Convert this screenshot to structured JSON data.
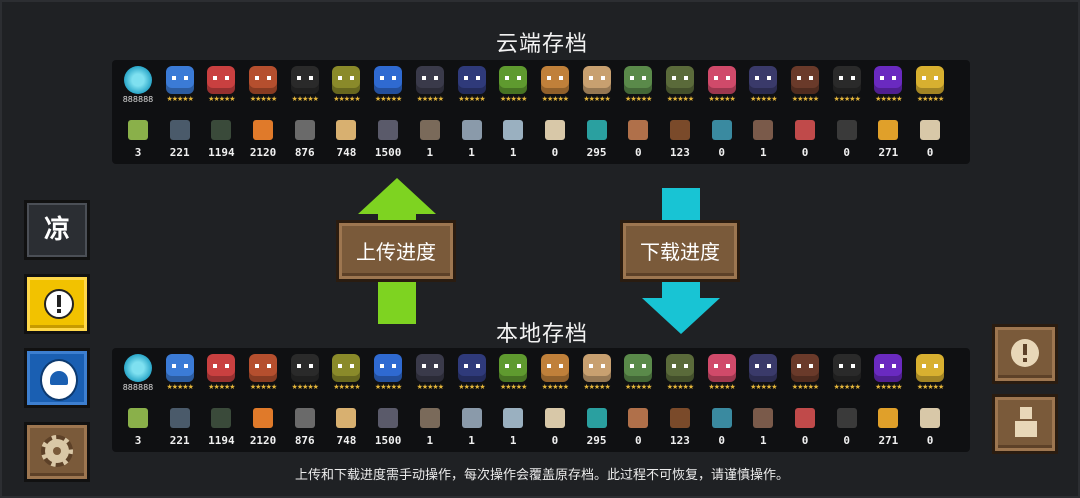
{
  "cloud": {
    "title": "云端存档"
  },
  "local": {
    "title": "本地存档"
  },
  "gems_value": "888888",
  "heroes": [
    {
      "stars": "★★★★★",
      "color": "#3b7bd6"
    },
    {
      "stars": "★★★★★",
      "color": "#c94040"
    },
    {
      "stars": "★★★★★",
      "color": "#b54f2e"
    },
    {
      "stars": "★★★★★",
      "color": "#2a2a2a"
    },
    {
      "stars": "★★★★★",
      "color": "#8a8a2a"
    },
    {
      "stars": "★★★★★",
      "color": "#2f6ad1"
    },
    {
      "stars": "★★★★★",
      "color": "#3a3a4a"
    },
    {
      "stars": "★★★★★",
      "color": "#2f3a7a"
    },
    {
      "stars": "★★★★★",
      "color": "#5f9a2f"
    },
    {
      "stars": "★★★★★",
      "color": "#c0803a"
    },
    {
      "stars": "★★★★★",
      "color": "#c8a070"
    },
    {
      "stars": "★★★★★",
      "color": "#5a8a4a"
    },
    {
      "stars": "★★★★★",
      "color": "#5a6a3a"
    },
    {
      "stars": "★★★★★",
      "color": "#d04a6a"
    },
    {
      "stars": "★★★★★",
      "color": "#3a3a6a"
    },
    {
      "stars": "★★★★★",
      "color": "#6a3a2a"
    },
    {
      "stars": "★★★★★",
      "color": "#2a2a2a"
    },
    {
      "stars": "★★★★★",
      "color": "#6a2ac0"
    },
    {
      "stars": "★★★★★",
      "color": "#d8b030"
    }
  ],
  "items": [
    {
      "count": "3",
      "color": "#8ab04a"
    },
    {
      "count": "221",
      "color": "#4a5a6a"
    },
    {
      "count": "1194",
      "color": "#3a4a3a"
    },
    {
      "count": "2120",
      "color": "#e07a2a"
    },
    {
      "count": "876",
      "color": "#6a6a6a"
    },
    {
      "count": "748",
      "color": "#d8b070"
    },
    {
      "count": "1500",
      "color": "#5a5a6a"
    },
    {
      "count": "1",
      "color": "#7a6a5a"
    },
    {
      "count": "1",
      "color": "#8a9aaa"
    },
    {
      "count": "1",
      "color": "#9ab0c0"
    },
    {
      "count": "0",
      "color": "#d8c8a8"
    },
    {
      "count": "295",
      "color": "#2aa0a0"
    },
    {
      "count": "0",
      "color": "#b0704a"
    },
    {
      "count": "123",
      "color": "#7a4a2a"
    },
    {
      "count": "0",
      "color": "#3a8aa0"
    },
    {
      "count": "1",
      "color": "#7a5a4a"
    },
    {
      "count": "0",
      "color": "#c04a4a"
    },
    {
      "count": "0",
      "color": "#3a3a3a"
    },
    {
      "count": "271",
      "color": "#e0a02a"
    },
    {
      "count": "0",
      "color": "#d8c8a8"
    }
  ],
  "buttons": {
    "upload": "上传进度",
    "download": "下载进度",
    "lang": "凉"
  },
  "note": "上传和下载进度需手动操作，每次操作会覆盖原存档。此过程不可恢复，请谨慎操作。",
  "colors": {
    "upload_arrow": "#7ed321",
    "download_arrow": "#18c4d4",
    "wood": "#7a5a3a"
  }
}
